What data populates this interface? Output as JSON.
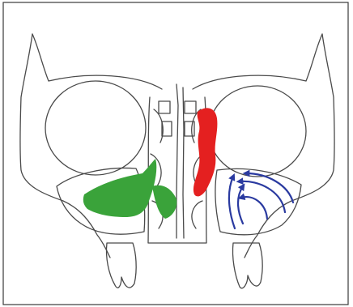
{
  "figure": {
    "subject": "coronal-section-paranasal-sinuses",
    "background_color": "#ffffff",
    "outline_color": "#4a4a4a",
    "highlights": [
      {
        "name": "left-maxillary-sinus-region",
        "color": "#3aa33a"
      },
      {
        "name": "ethmoid-region",
        "color": "#e42020"
      },
      {
        "name": "right-maxillary-airflow",
        "color": "#2a3aa0",
        "arrow_count": 5
      }
    ]
  }
}
